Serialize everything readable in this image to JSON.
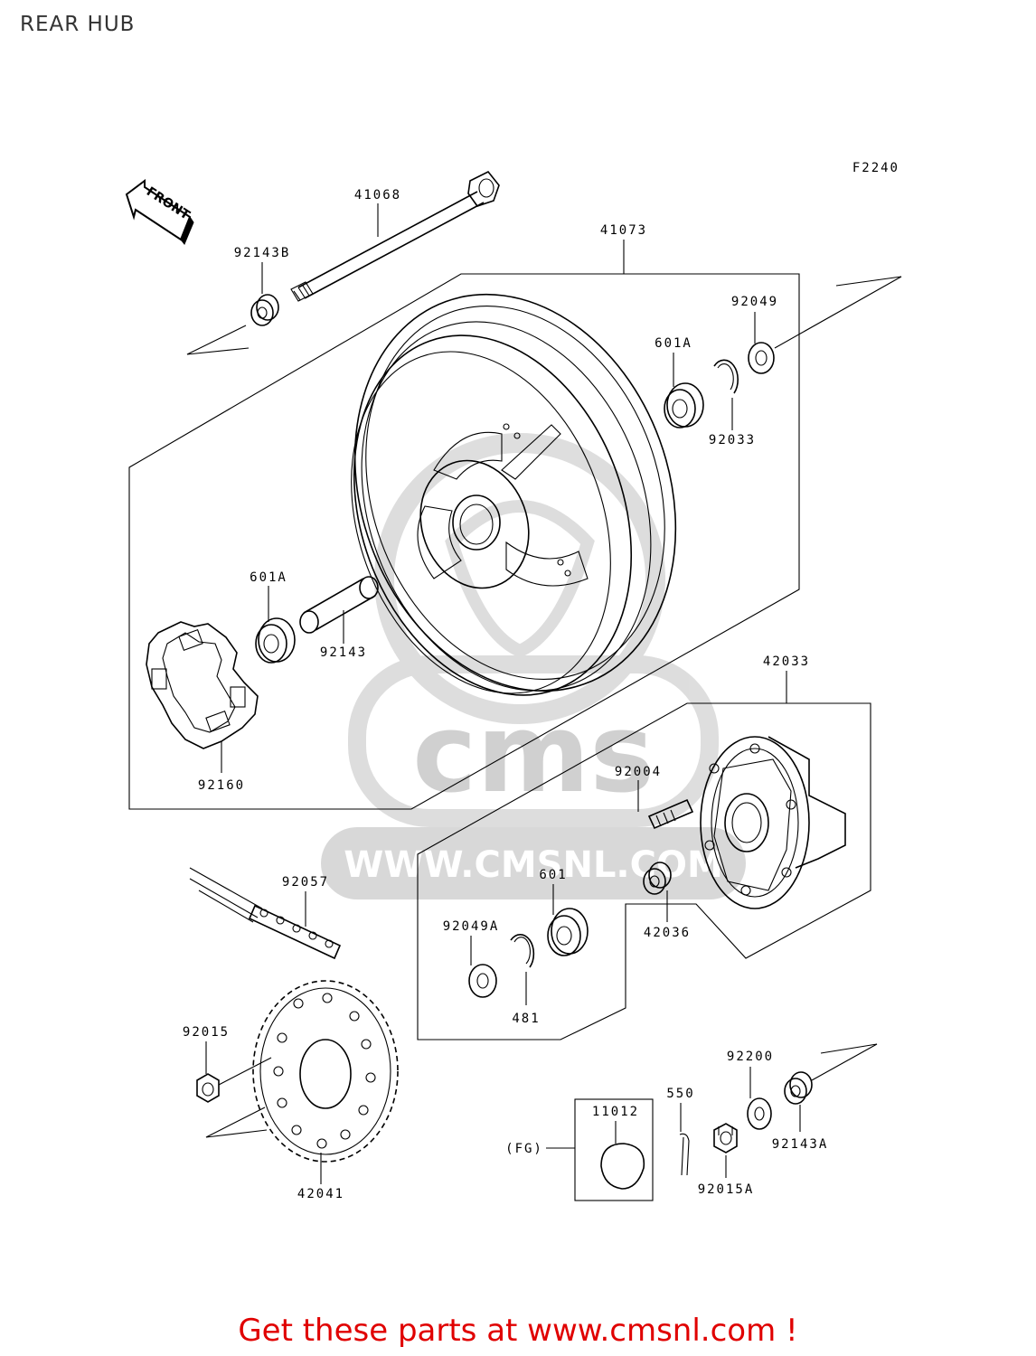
{
  "page": {
    "title": "REAR HUB",
    "footer": "Get these parts at www.cmsnl.com !"
  },
  "diagram": {
    "code": "F2240",
    "front_arrow": "FRONT",
    "watermark": {
      "brand": "cms",
      "url": "WWW.CMSNL.COM"
    },
    "callouts": {
      "p41068": "41068",
      "p92143B": "92143B",
      "p41073": "41073",
      "p92049": "92049",
      "p601A_top": "601A",
      "p92033": "92033",
      "p601A_left": "601A",
      "p92143": "92143",
      "p92160": "92160",
      "p42033": "42033",
      "p92004": "92004",
      "p92057": "92057",
      "p601": "601",
      "p92049A": "92049A",
      "p42036": "42036",
      "p481": "481",
      "p92015": "92015",
      "p42041": "42041",
      "p92200": "92200",
      "p550": "550",
      "p11012": "11012",
      "pFG": "(FG)",
      "p92143A": "92143A",
      "p92015A": "92015A"
    }
  },
  "colors": {
    "footer": "#e00000",
    "watermark": "#cccccc",
    "lines": "#000000"
  }
}
